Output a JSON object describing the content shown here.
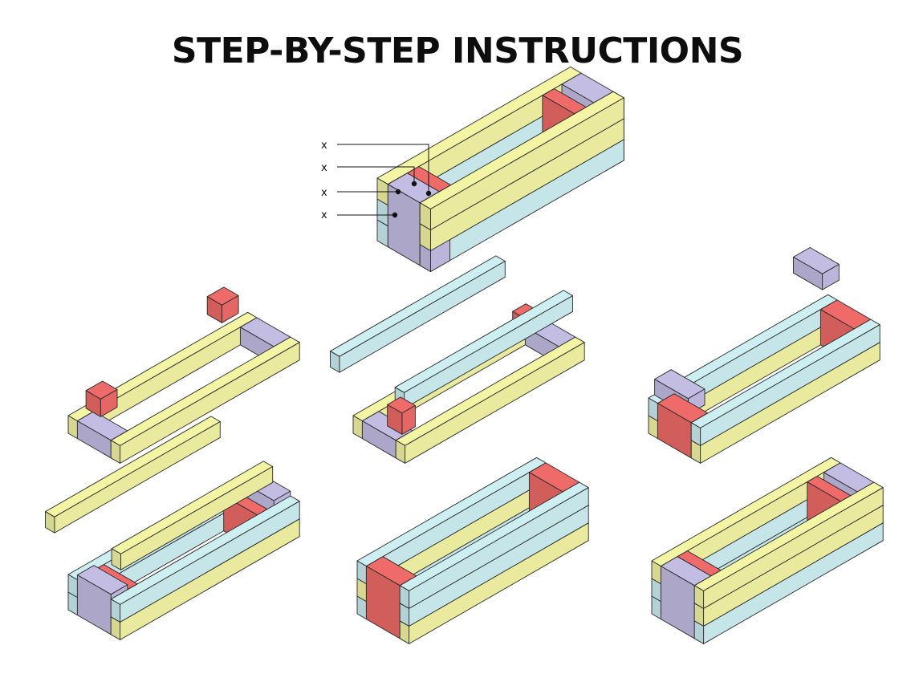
{
  "title": "STEP-BY-STEP INSTRUCTIONS",
  "callouts": [
    "x",
    "x",
    "x",
    "x"
  ],
  "colors": {
    "yellow": "#f3f4a4",
    "blue": "#cdeff2",
    "purple": "#c3bde3",
    "red": "#ef6b69",
    "outline": "#2a2a2a",
    "background": "#ffffff"
  },
  "steps": [
    {
      "name": "completed-planter"
    },
    {
      "name": "step-1"
    },
    {
      "name": "step-2"
    },
    {
      "name": "step-3"
    },
    {
      "name": "step-4"
    },
    {
      "name": "step-5"
    },
    {
      "name": "step-6"
    }
  ]
}
